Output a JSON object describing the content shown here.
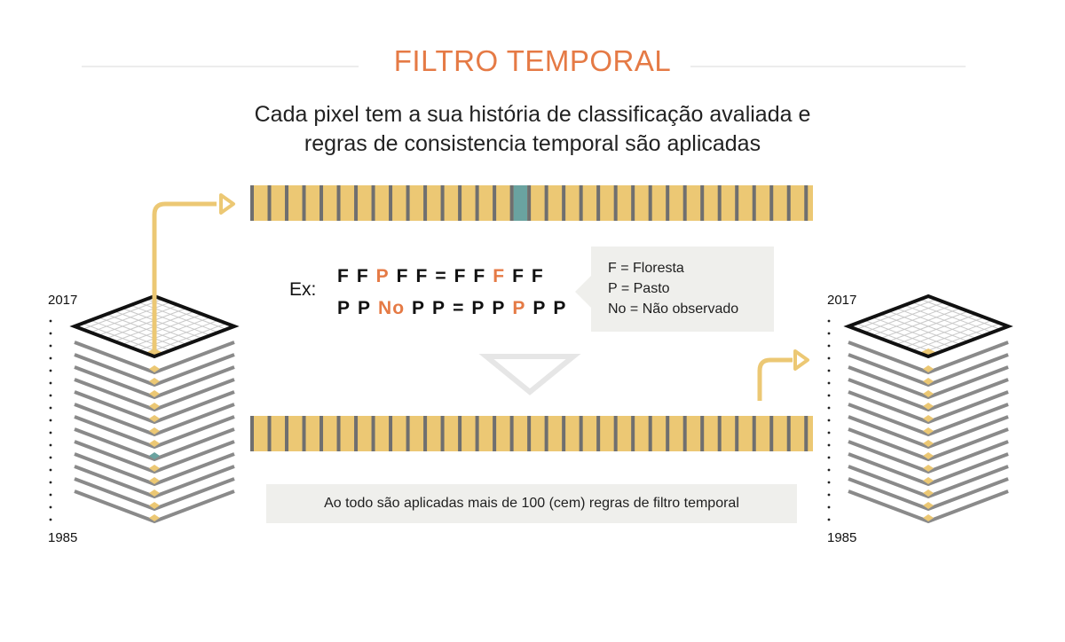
{
  "title": "FILTRO TEMPORAL",
  "subtitle": {
    "line1": "Cada pixel tem a sua história de classificação avaliada e",
    "line2": "regras de consistencia temporal são aplicadas"
  },
  "stack_left": {
    "top_year": "2017",
    "bottom_year": "1985",
    "highlight_layer": 7
  },
  "stack_right": {
    "top_year": "2017",
    "bottom_year": "1985"
  },
  "example": {
    "label": "Ex:",
    "rows": [
      {
        "tokens": [
          {
            "t": "F",
            "hl": false
          },
          {
            "t": "F",
            "hl": false
          },
          {
            "t": "P",
            "hl": true
          },
          {
            "t": "F",
            "hl": false
          },
          {
            "t": "F",
            "hl": false
          },
          {
            "t": "=",
            "hl": false
          },
          {
            "t": "F",
            "hl": false
          },
          {
            "t": "F",
            "hl": false
          },
          {
            "t": "F",
            "hl": true
          },
          {
            "t": "F",
            "hl": false
          },
          {
            "t": "F",
            "hl": false
          }
        ]
      },
      {
        "tokens": [
          {
            "t": "P",
            "hl": false
          },
          {
            "t": "P",
            "hl": false
          },
          {
            "t": "No",
            "hl": true
          },
          {
            "t": "P",
            "hl": false
          },
          {
            "t": "P",
            "hl": false
          },
          {
            "t": "=",
            "hl": false
          },
          {
            "t": "P",
            "hl": false
          },
          {
            "t": "P",
            "hl": false
          },
          {
            "t": "P",
            "hl": true
          },
          {
            "t": "P",
            "hl": false
          },
          {
            "t": "P",
            "hl": false
          }
        ]
      }
    ]
  },
  "legend": [
    "F = Floresta",
    "P = Pasto",
    "No = Não observado"
  ],
  "note": "Ao todo são aplicadas mais de 100 (cem) regras de filtro temporal",
  "colors": {
    "accent": "#e57a45",
    "bar_fill": "#ecc874",
    "bar_tick": "#6f6f6f",
    "highlight_pixel": "#6aa3a0",
    "stack_gray": "#8a8a8a",
    "panel_bg": "#efefec"
  },
  "timeline_top": {
    "segments": 33,
    "highlight_index": 15
  },
  "timeline_bottom": {
    "segments": 33,
    "highlight_index": -1
  }
}
